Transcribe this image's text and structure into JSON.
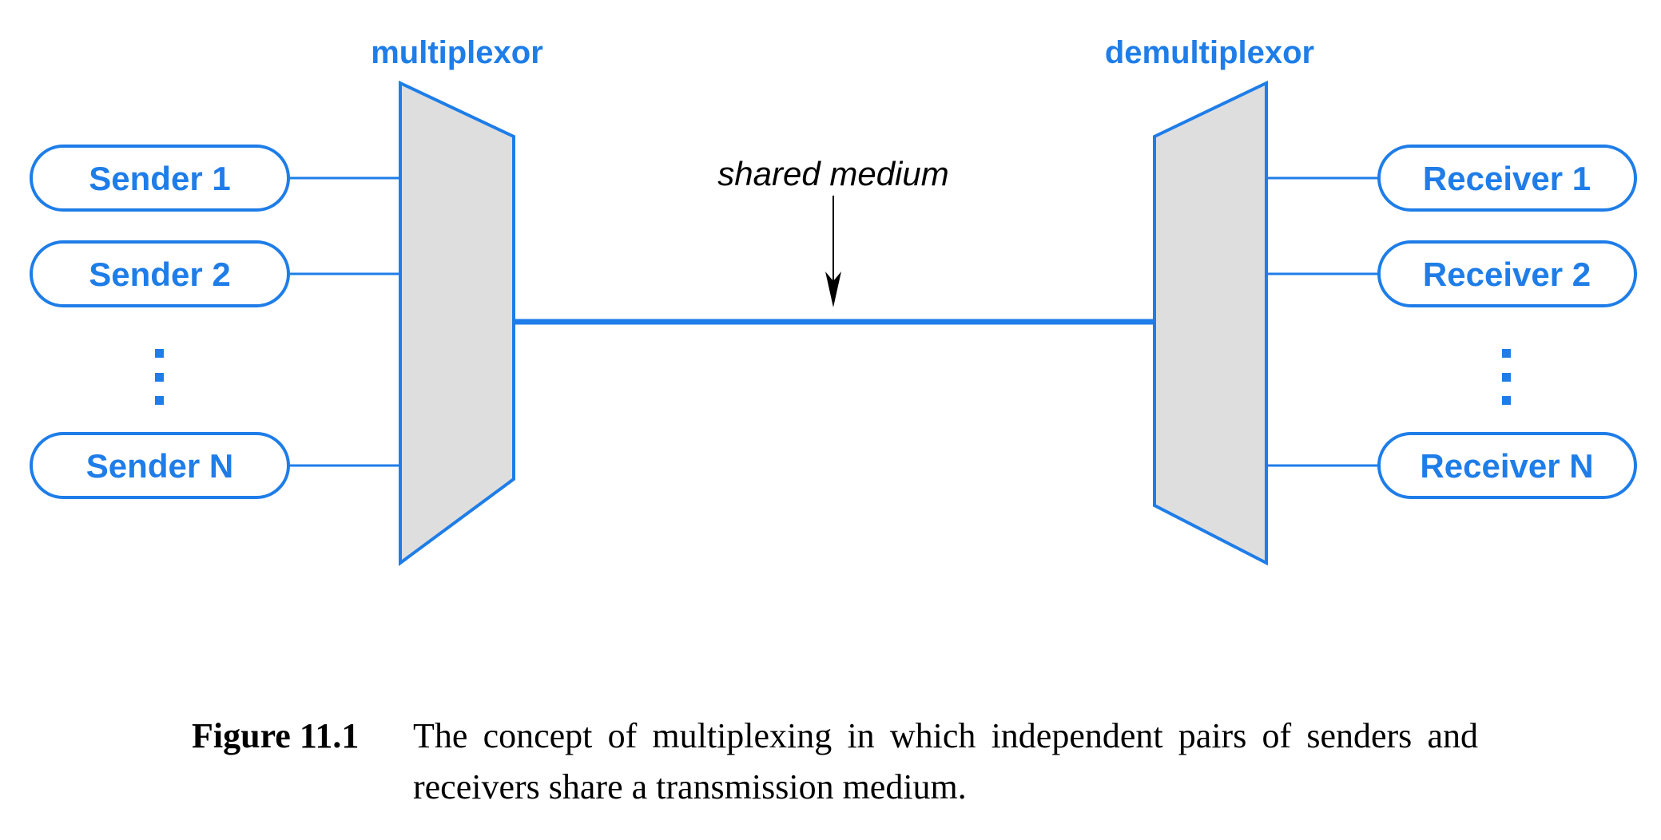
{
  "colors": {
    "accent": "#1e7de8",
    "device_fill": "#dedede",
    "text": "#000000"
  },
  "multiplexor": {
    "label": "multiplexor"
  },
  "demultiplexor": {
    "label": "demultiplexor"
  },
  "senders": [
    "Sender 1",
    "Sender 2",
    "Sender N"
  ],
  "receivers": [
    "Receiver 1",
    "Receiver 2",
    "Receiver N"
  ],
  "medium": {
    "label": "shared medium"
  },
  "caption": {
    "number": "Figure 11.1",
    "text": "The concept of multiplexing in which independent pairs of senders and receivers share a transmission medium."
  }
}
